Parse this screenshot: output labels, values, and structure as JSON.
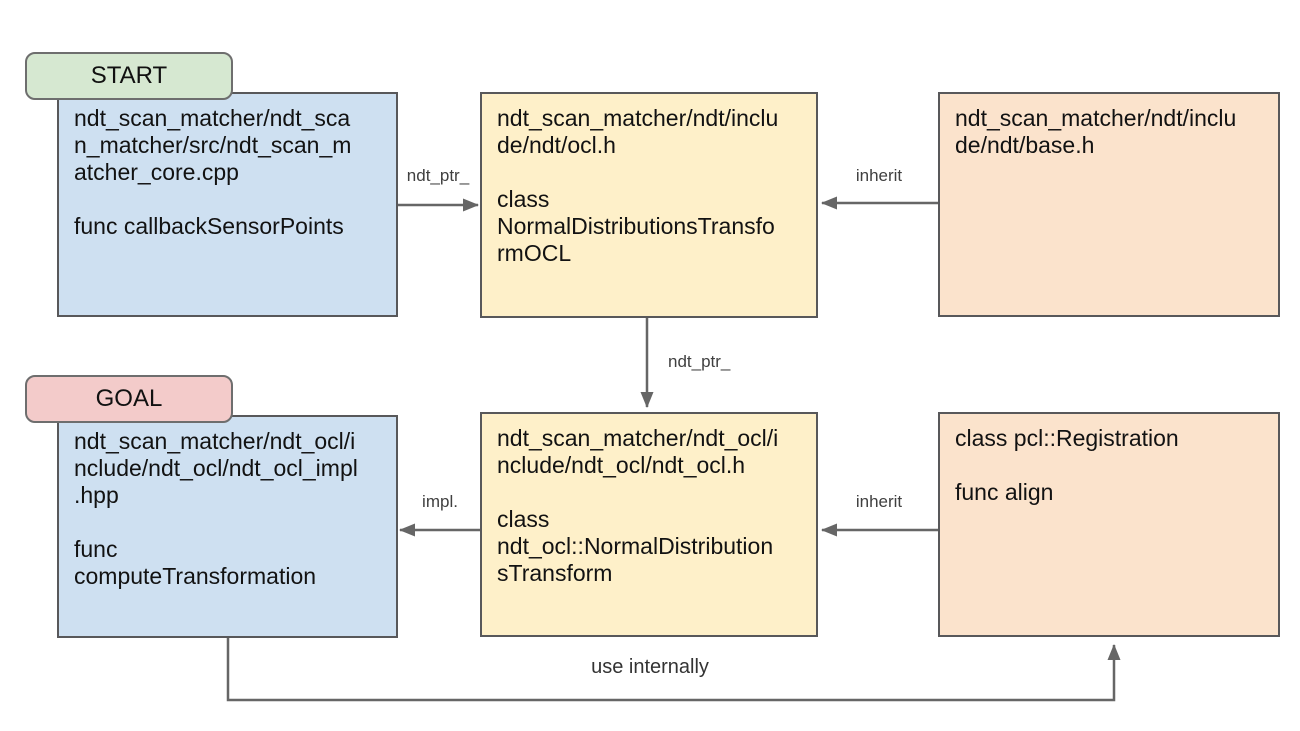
{
  "diagram": {
    "badges": {
      "start": "START",
      "goal": "GOAL"
    },
    "nodes": {
      "scan_matcher_core": {
        "text": "ndt_scan_matcher/ndt_sca\nn_matcher/src/ndt_scan_m\natcher_core.cpp\n\nfunc callbackSensorPoints"
      },
      "ndt_ocl_header": {
        "text": "ndt_scan_matcher/ndt/inclu\nde/ndt/ocl.h\n\nclass\nNormalDistributionsTransfo\nrmOCL"
      },
      "ndt_base_header": {
        "text": "ndt_scan_matcher/ndt/inclu\nde/ndt/base.h"
      },
      "ndt_ocl_impl": {
        "text": "ndt_scan_matcher/ndt_ocl/i\nnclude/ndt_ocl/ndt_ocl_impl\n.hpp\n\nfunc\ncomputeTransformation"
      },
      "ndt_ocl_ndt_ocl_header": {
        "text": "ndt_scan_matcher/ndt_ocl/i\nnclude/ndt_ocl/ndt_ocl.h\n\nclass\nndt_ocl::NormalDistribution\nsTransform"
      },
      "pcl_registration": {
        "text": "class pcl::Registration\n\nfunc align"
      }
    },
    "edges": {
      "ndt_ptr_top": "ndt_ptr_",
      "inherit_top": "inherit",
      "ndt_ptr_vertical": "ndt_ptr_",
      "impl": "impl.",
      "inherit_bottom": "inherit",
      "use_internally": "use internally"
    },
    "colors": {
      "background": "#ffffff",
      "file_box": "#cee0f1",
      "class_box": "#fef0c9",
      "external_box": "#fbe3cc",
      "start_badge": "#d6e8d1",
      "goal_badge": "#f3cbca",
      "border": "#58585a",
      "arrow": "#666666"
    }
  }
}
